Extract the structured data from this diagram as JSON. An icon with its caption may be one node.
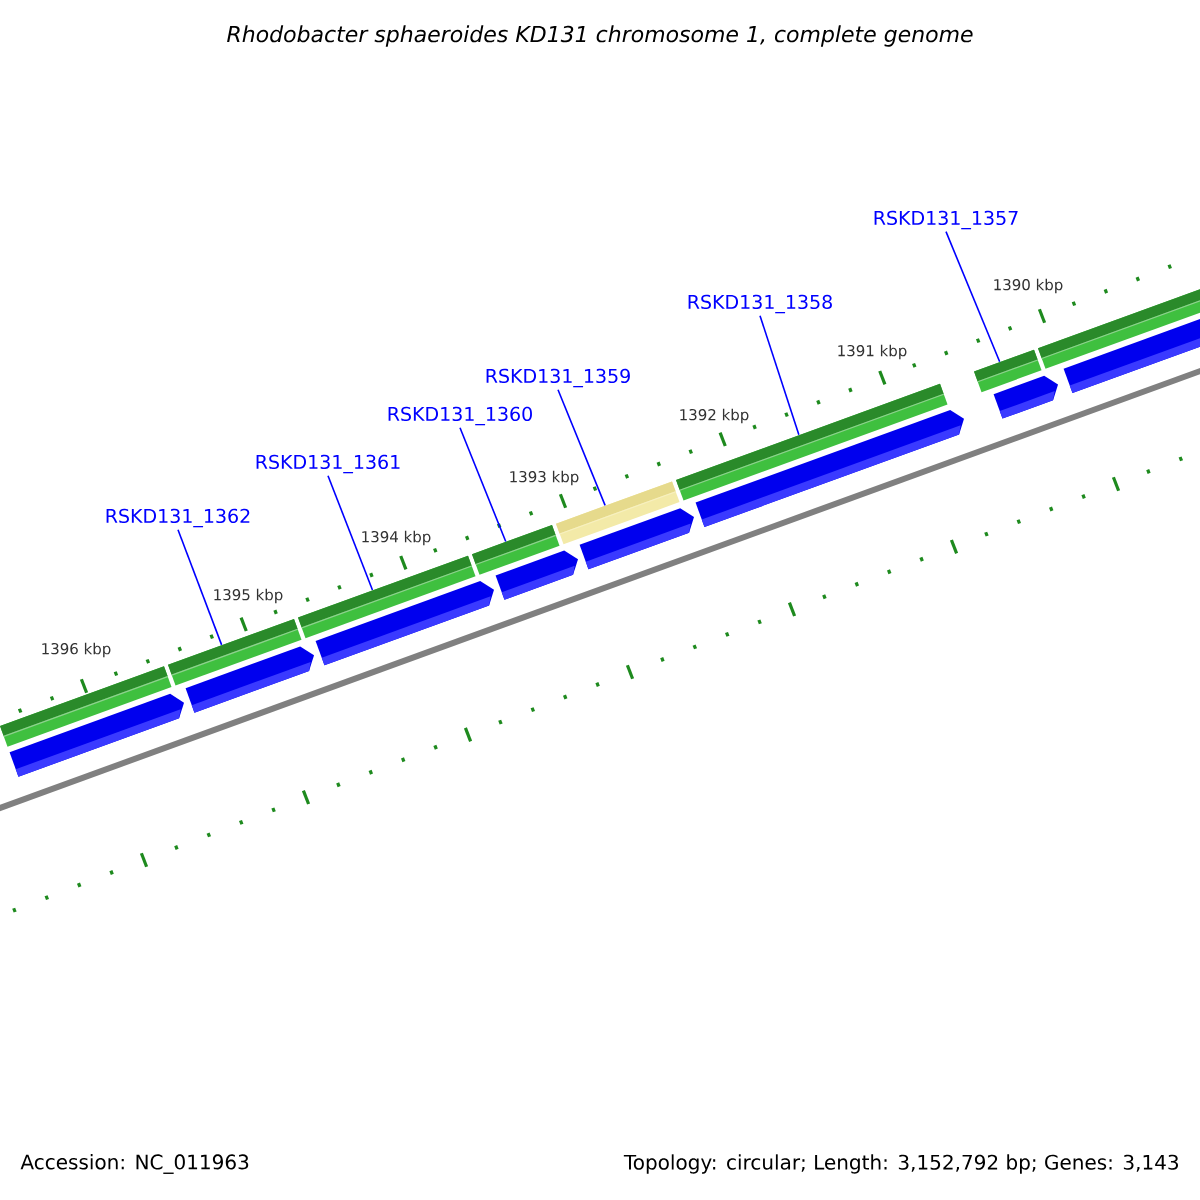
{
  "diagram": {
    "title": "Rhodobacter sphaeroides KD131 chromosome 1, complete genome",
    "nodes": [
      {
        "text": [
          "RSKD131_1362"
        ]
      },
      {
        "text": [
          "RSKD131_1361"
        ]
      },
      {
        "text": [
          "RSKD131_1360"
        ]
      },
      {
        "text": [
          "RSKD131_1359"
        ]
      },
      {
        "text": [
          "RSKD131_1358"
        ]
      },
      {
        "text": [
          "RSKD131_1357"
        ]
      },
      {
        "text": [],
        "shape": "bar"
      },
      {
        "text": [],
        "shape": "bar"
      },
      {
        "text": [],
        "shape": "bar"
      },
      {
        "text": [],
        "shape": "bar"
      },
      {
        "text": [],
        "shape": "bar"
      },
      {
        "text": [],
        "shape": "bar"
      },
      {
        "text": [],
        "shape": "bar"
      },
      {
        "text": [],
        "shape": "bar"
      },
      {
        "text": [],
        "shape": "arrow"
      },
      {
        "text": [],
        "shape": "arrow"
      },
      {
        "text": [],
        "shape": "arrow"
      },
      {
        "text": [],
        "shape": "arrow"
      },
      {
        "text": [],
        "shape": "arrow"
      },
      {
        "text": [],
        "shape": "arrow"
      },
      {
        "text": [],
        "shape": "arrow"
      },
      {
        "text": [],
        "shape": "arrow"
      }
    ],
    "edges": [
      {
        "from": 0,
        "to": 7,
        "arrow": "none"
      },
      {
        "from": 1,
        "to": 8,
        "arrow": "none"
      },
      {
        "from": 2,
        "to": 9,
        "arrow": "none"
      },
      {
        "from": 3,
        "to": 10,
        "arrow": "none"
      },
      {
        "from": 4,
        "to": 11,
        "arrow": "none"
      },
      {
        "from": 5,
        "to": 12,
        "arrow": "none"
      }
    ],
    "labels": [
      "1396 kbp",
      "1395 kbp",
      "1394 kbp",
      "1393 kbp",
      "1392 kbp",
      "1391 kbp",
      "1390 kbp",
      "Accession: NC_011963",
      "Topology: circular; Length: 3,152,792 bp; Genes: 3,143"
    ]
  }
}
